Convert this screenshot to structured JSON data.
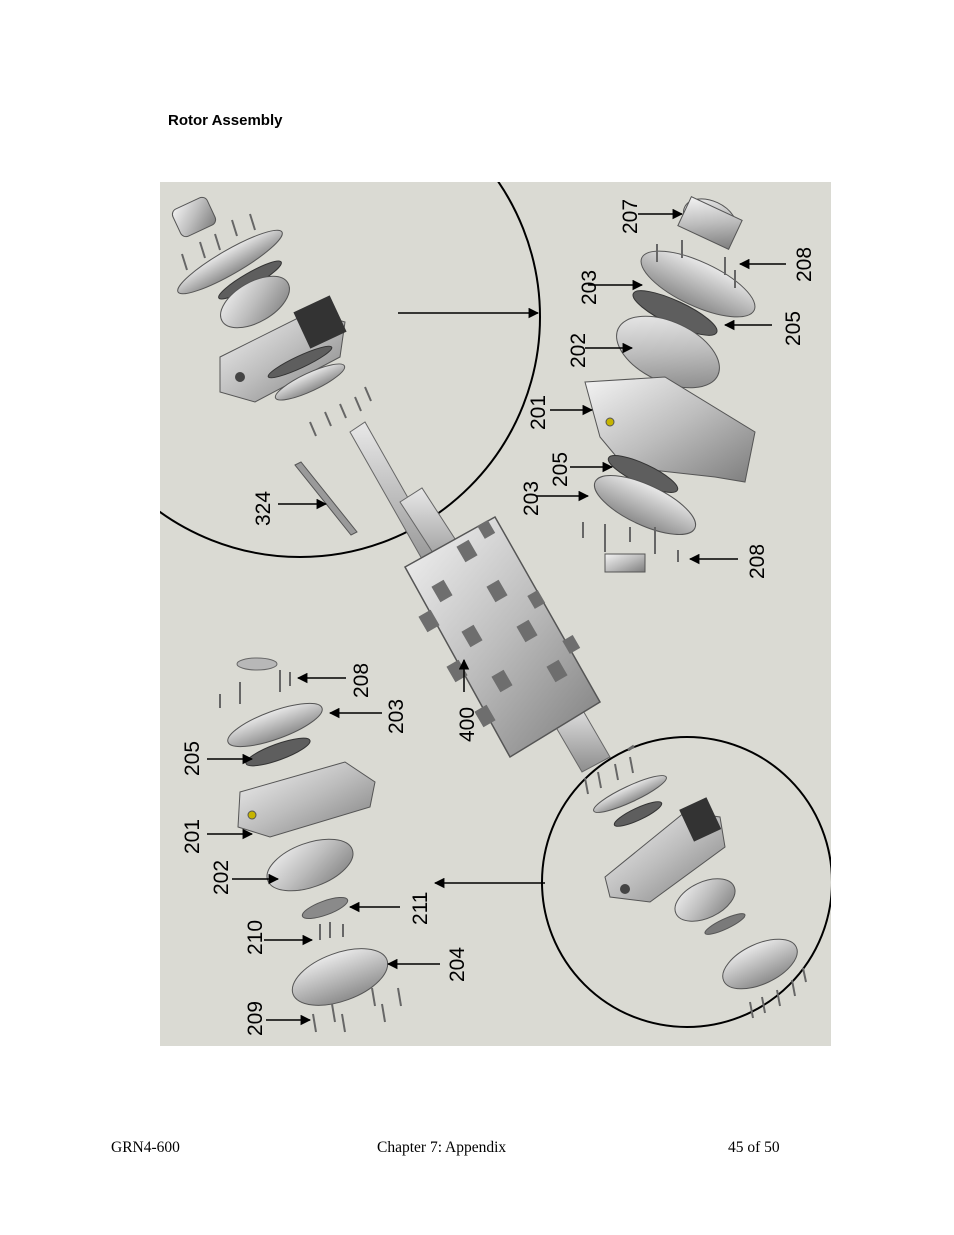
{
  "page": {
    "title": "Rotor Assembly",
    "footer": {
      "left": "GRN4-600",
      "center": "Chapter 7: Appendix",
      "right": "45 of 50"
    }
  },
  "diagram": {
    "callouts": {
      "c207": "207",
      "c208a": "208",
      "c203a": "203",
      "c205a": "205",
      "c202a": "202",
      "c201a": "201",
      "c205b": "205",
      "c203b": "203",
      "c208b": "208",
      "c324": "324",
      "c400": "400",
      "c208c": "208",
      "c203c": "203",
      "c205c": "205",
      "c201b": "201",
      "c202b": "202",
      "c211": "211",
      "c210": "210",
      "c204": "204",
      "c209": "209"
    }
  }
}
